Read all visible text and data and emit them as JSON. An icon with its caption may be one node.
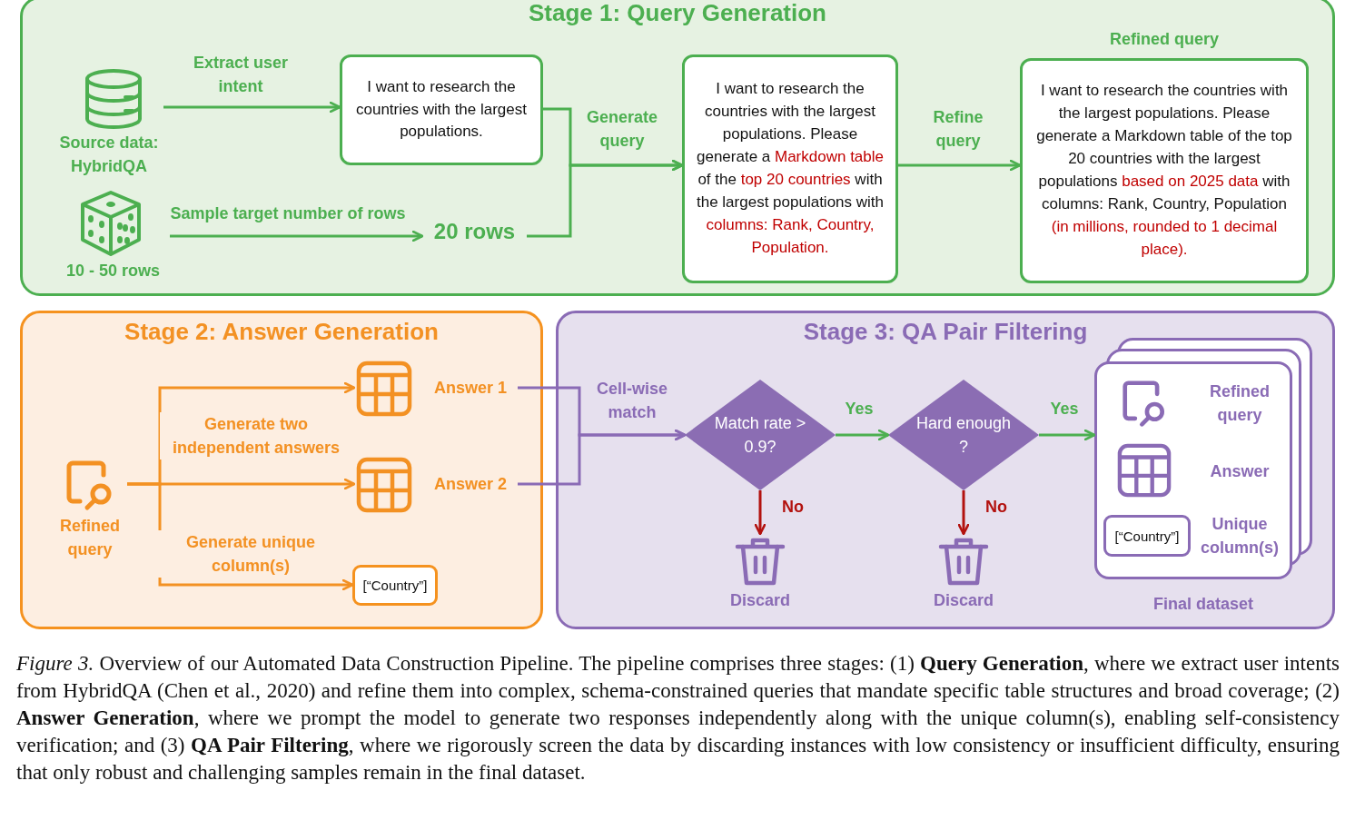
{
  "diagram": {
    "caption": "*Figure 3.* Overview of our Automated Data Construction Pipeline. The pipeline comprises three stages: (1) **Query Generation**, where we extract user intents from HybridQA (Chen et al., 2020) and refine them into complex, schema-constrained queries that mandate specific table structures and broad coverage; (2) **Answer Generation**, where we prompt the model to generate two responses independently along with the unique column(s), enabling self-consistency verification; and (3) **QA Pair Filtering**, where we rigorously screen the data by discarding instances with low consistency or insufficient difficulty, ensuring that only robust and challenging samples remain in the final dataset.",
    "nodes": [
      {
        "text": [
          "Stage 1: Query Generation"
        ]
      },
      {
        "text": [
          "Source data: HybridQA"
        ],
        "in": 0
      },
      {
        "text": [
          "10 - 50 rows"
        ],
        "in": 0
      },
      {
        "text": [
          "I want to research the countries with the largest populations."
        ],
        "in": 0
      },
      {
        "text": [
          "20 rows"
        ],
        "in": 0
      },
      {
        "text": [
          "I want to research the countries with the largest populations. Please generate a *Markdown table* of the *top 20 countries* with the largest populations with *columns: Rank, Country, Population.*"
        ],
        "in": 0
      },
      {
        "text": [
          "Refined query",
          "I want to research the countries with the largest populations. Please generate a Markdown table of the top 20 countries with the largest populations *based on 2025 data* with columns: Rank, Country, Population *(in millions, rounded to 1 decimal place).*"
        ],
        "in": 0
      },
      {
        "text": [
          "Stage 2: Answer Generation"
        ]
      },
      {
        "text": [
          "Refined query"
        ],
        "in": 7
      },
      {
        "text": [
          "Answer 1"
        ],
        "in": 7
      },
      {
        "text": [
          "Answer 2"
        ],
        "in": 7
      },
      {
        "text": [
          "[“Country”]"
        ],
        "in": 7
      },
      {
        "text": [
          "Stage 3: QA Pair Filtering"
        ]
      },
      {
        "text": [
          "Match rate > 0.9?"
        ],
        "in": 12
      },
      {
        "text": [
          "Hard enough ?"
        ],
        "in": 12
      },
      {
        "text": [
          "Discard"
        ],
        "in": 12
      },
      {
        "text": [
          "Discard"
        ],
        "in": 12
      },
      {
        "text": [
          "Refined query",
          "Answer",
          "Unique column(s)",
          "Final dataset"
        ],
        "in": 12
      },
      {
        "text": [
          "[“Country”]"
        ],
        "in": 17
      }
    ],
    "edges": [
      {
        "from": 1,
        "to": 3,
        "arrow": "to",
        "label": "Extract user intent",
        "color": "#4caf50"
      },
      {
        "from": 2,
        "to": 4,
        "arrow": "to",
        "label": "Sample target number of rows",
        "color": "#4caf50"
      },
      {
        "from": 3,
        "to": 5,
        "arrow": "to",
        "label": "Generate query",
        "color": "#4caf50"
      },
      {
        "from": 4,
        "to": 5,
        "arrow": "to",
        "color": "#4caf50"
      },
      {
        "from": 5,
        "to": 6,
        "arrow": "to",
        "label": "Refine query",
        "color": "#4caf50"
      },
      {
        "from": 8,
        "to": 9,
        "arrow": "to",
        "color": "#f39123"
      },
      {
        "from": 8,
        "to": 10,
        "arrow": "to",
        "label": "Generate two independent answers",
        "color": "#f39123"
      },
      {
        "from": 8,
        "to": 11,
        "arrow": "to",
        "label": "Generate unique column(s)",
        "color": "#f39123"
      },
      {
        "from": 9,
        "to": 13,
        "arrow": "to",
        "label": "Cell-wise match",
        "color": "#8a6bb5"
      },
      {
        "from": 10,
        "to": 13,
        "arrow": "to",
        "color": "#8a6bb5"
      },
      {
        "from": 13,
        "to": 14,
        "arrow": "to",
        "label": "Yes",
        "color": "#4caf50"
      },
      {
        "from": 14,
        "to": 17,
        "arrow": "to",
        "label": "Yes",
        "color": "#4caf50"
      },
      {
        "from": 13,
        "to": 15,
        "arrow": "to",
        "label": "No",
        "color": "#b3120f"
      },
      {
        "from": 14,
        "to": 16,
        "arrow": "to",
        "label": "No",
        "color": "#b3120f"
      }
    ]
  }
}
